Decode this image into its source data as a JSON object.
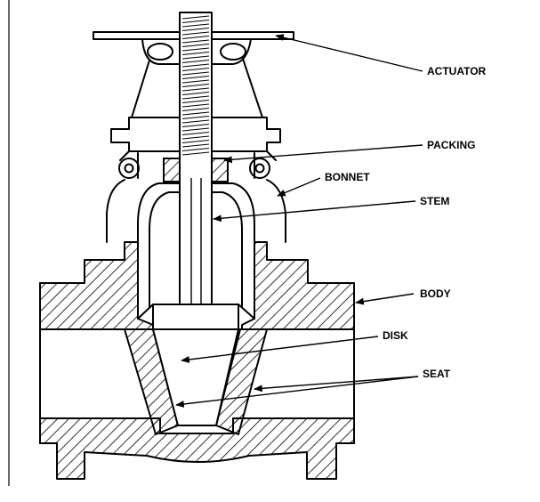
{
  "labels": {
    "actuator": "ACTUATOR",
    "packing": "PACKING",
    "bonnet": "BONNET",
    "stem": "STEM",
    "body": "BODY",
    "disk": "DISK",
    "seat": "SEAT"
  }
}
